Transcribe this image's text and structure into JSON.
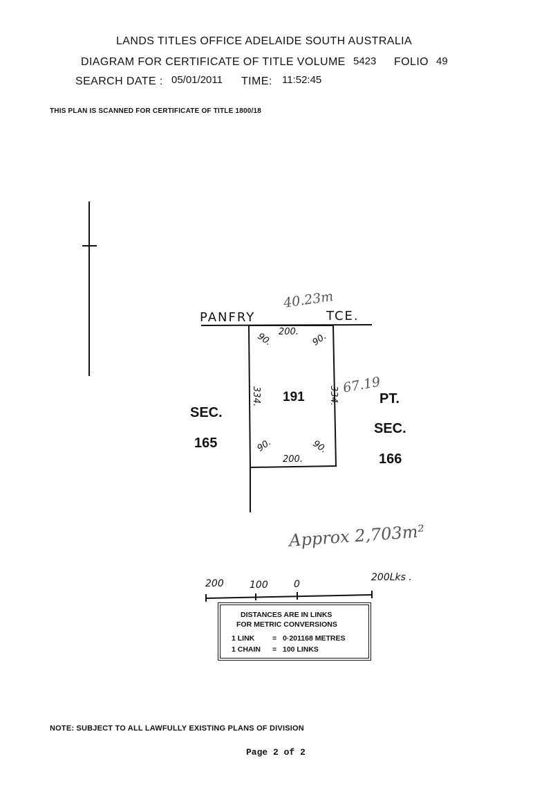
{
  "header": {
    "office": "LANDS TITLES OFFICE  ADELAIDE  SOUTH AUSTRALIA",
    "diagram_label": "DIAGRAM FOR CERTIFICATE OF TITLE VOLUME",
    "volume": "5423",
    "folio_label": "FOLIO",
    "folio": "49",
    "search_date_label": "SEARCH DATE :",
    "search_date": "05/01/2011",
    "time_label": "TIME:",
    "time": "11:52:45"
  },
  "scan_note": "THIS PLAN IS SCANNED FOR CERTIFICATE OF TITLE 1800/18",
  "plan": {
    "street": "PANFRY",
    "street_suffix": "TCE.",
    "street_metric": "40.23m",
    "lot_number": "191",
    "top_dim": "200.",
    "bottom_dim": "200.",
    "left_dim": "334.",
    "right_dim": "334.",
    "right_metric": "67.19",
    "angle_tl": "90.",
    "angle_tr": "90.",
    "angle_bl": "90.",
    "angle_br": "90.",
    "left_sec_1": "SEC.",
    "left_sec_2": "165",
    "right_sec_1": "PT.",
    "right_sec_2": "SEC.",
    "right_sec_3": "166",
    "area_note": "Approx 2,703m²"
  },
  "scale": {
    "label_200_left": "200",
    "label_100": "100",
    "label_0": "0",
    "label_200_right": "200Lks ."
  },
  "legend": {
    "line1": "DISTANCES ARE IN LINKS",
    "line2": "FOR METRIC CONVERSIONS",
    "link_label": "1  LINK",
    "link_eq": "=",
    "link_value": "0·201168 METRES",
    "chain_label": "1  CHAIN",
    "chain_eq": "=",
    "chain_value": "100 LINKS"
  },
  "bottom_note": "NOTE: SUBJECT TO ALL LAWFULLY EXISTING PLANS OF DIVISION",
  "page_footer": "Page 2 of 2"
}
